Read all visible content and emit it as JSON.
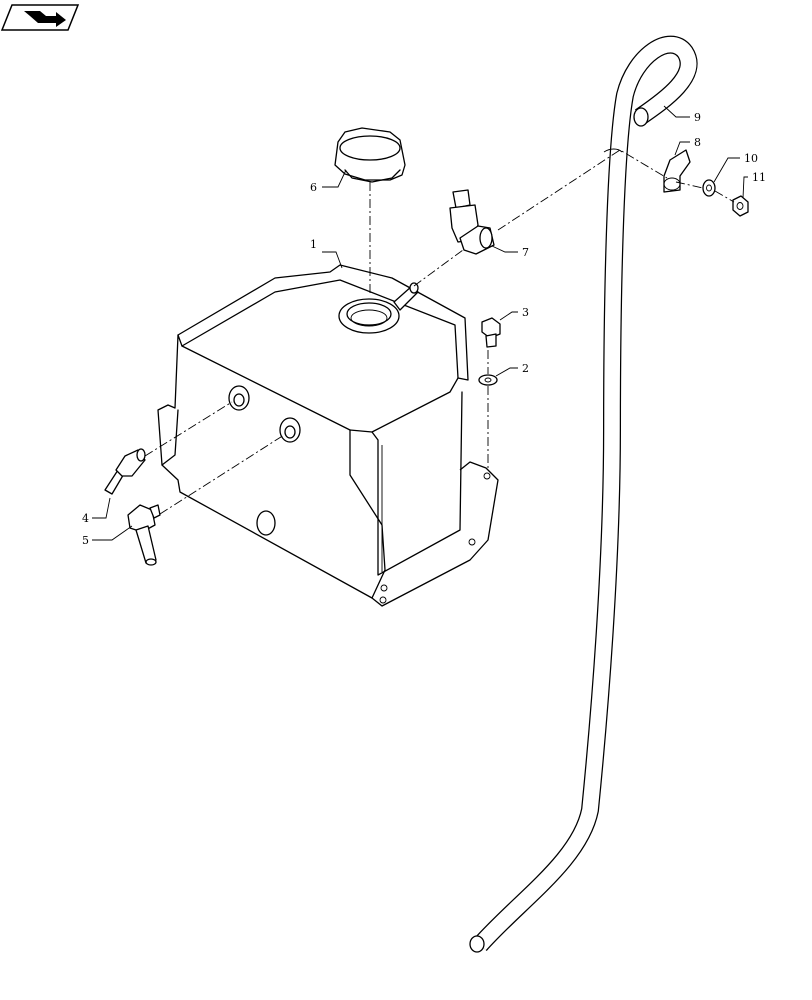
{
  "callouts": [
    {
      "id": "1",
      "text": "1"
    },
    {
      "id": "2",
      "text": "2"
    },
    {
      "id": "3",
      "text": "3"
    },
    {
      "id": "4",
      "text": "4"
    },
    {
      "id": "5",
      "text": "5"
    },
    {
      "id": "6",
      "text": "6"
    },
    {
      "id": "7",
      "text": "7"
    },
    {
      "id": "8",
      "text": "8"
    },
    {
      "id": "9",
      "text": "9"
    },
    {
      "id": "10",
      "text": "10"
    },
    {
      "id": "11",
      "text": "11"
    }
  ],
  "icons": {
    "corner_badge": "page-turn-arrow-icon"
  }
}
